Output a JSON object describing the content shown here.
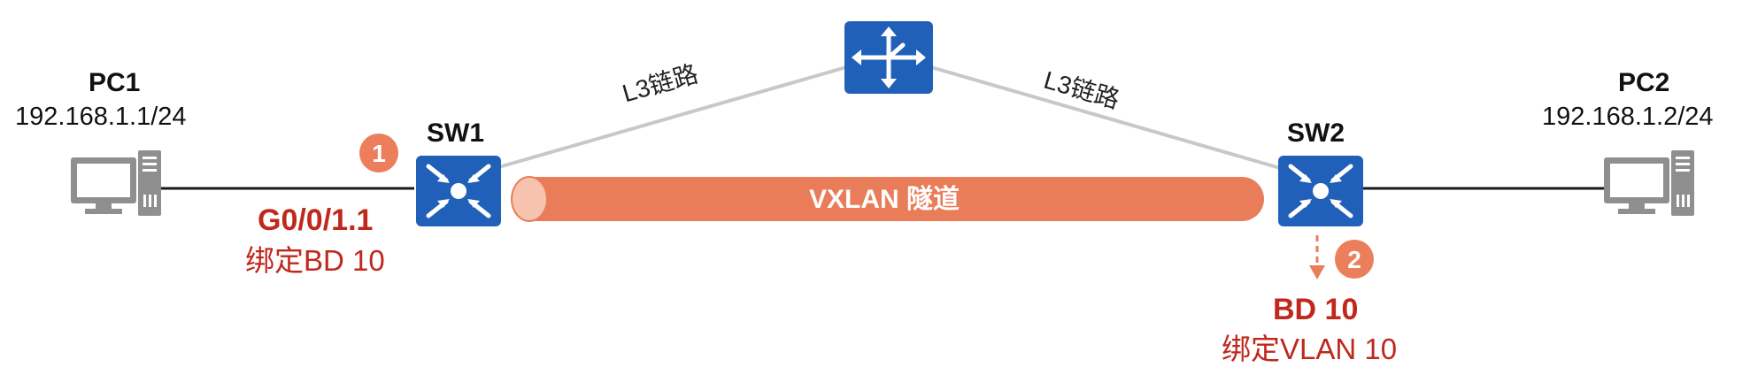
{
  "pc1": {
    "name": "PC1",
    "ip": "192.168.1.1/24"
  },
  "pc2": {
    "name": "PC2",
    "ip": "192.168.1.2/24"
  },
  "sw1": {
    "name": "SW1"
  },
  "sw2": {
    "name": "SW2"
  },
  "links": {
    "left_label": "L3链路",
    "right_label": "L3链路"
  },
  "tunnel": {
    "label": "VXLAN 隧道"
  },
  "sw1_port": {
    "interface": "G0/0/1.1",
    "binding": "绑定BD 10"
  },
  "sw2_bd": {
    "name": "BD 10",
    "binding": "绑定VLAN 10"
  },
  "badges": {
    "step1": "1",
    "step2": "2"
  },
  "icons": {
    "pc": "computer-icon",
    "switch": "switch-icon",
    "router": "router-icon"
  },
  "colors": {
    "device_blue": "#2060b8",
    "tunnel_orange": "#e97d59",
    "badge_orange": "#ec7f5b",
    "label_red": "#c0271d",
    "pc_gray": "#8f8f8f"
  }
}
